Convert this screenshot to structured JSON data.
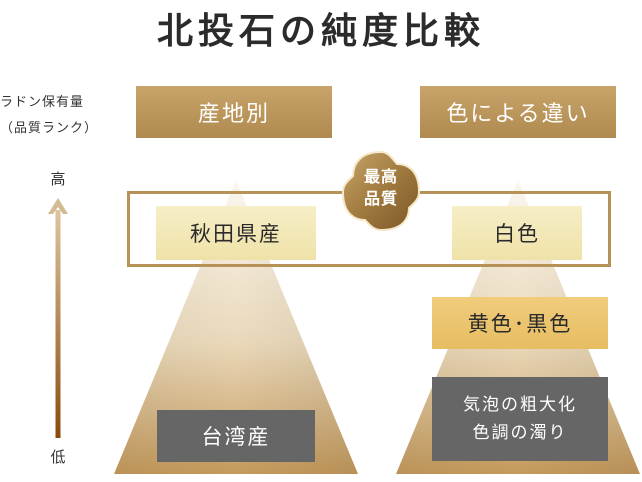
{
  "title": "北投石の純度比較",
  "side_label": {
    "line1": "ラドン保有量",
    "line2": "（品質ランク）"
  },
  "axis": {
    "high": "高",
    "low": "低"
  },
  "headers": {
    "by_origin": "産地別",
    "by_color": "色による違い"
  },
  "badge": {
    "line1": "最高",
    "line2": "品質"
  },
  "origin_items": {
    "top": "秋田県産",
    "bottom": "台湾産"
  },
  "color_items": {
    "top": "白色",
    "middle": "黄色･黒色",
    "bottom_line1": "気泡の粗大化",
    "bottom_line2": "色調の濁り"
  },
  "colors": {
    "gold": "#b69256",
    "cream": "#f3e8b8",
    "yellow": "#ecc56e",
    "gray": "#666666",
    "arrow_top": "#d9c29a",
    "arrow_bottom": "#8a4a0c"
  }
}
